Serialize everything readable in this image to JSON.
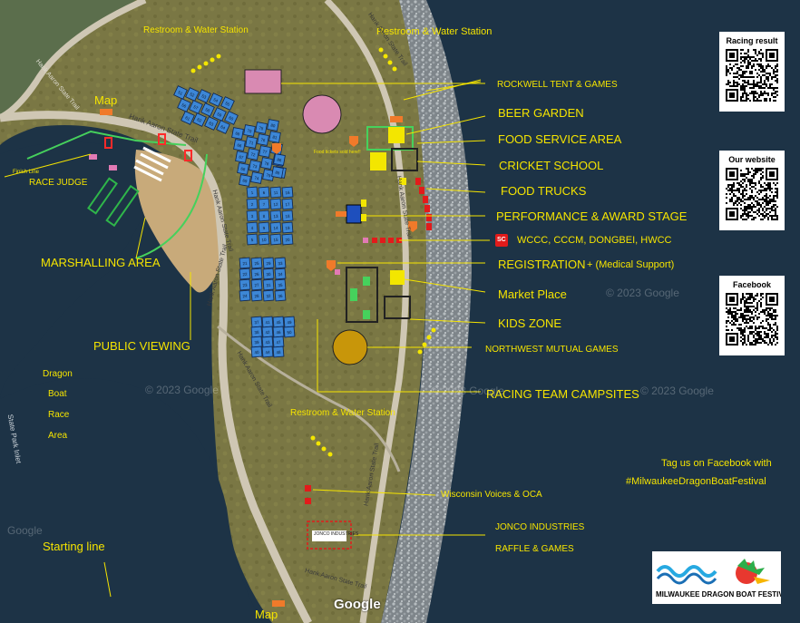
{
  "map": {
    "facility_labels": {
      "restroom_top_left": "Restroom & Water Station",
      "restroom_top_right": "Restroom & Water Station",
      "restroom_bottom": "Restroom & Water Station",
      "map_top": "Map",
      "map_bottom": "Map",
      "finish_line": "Finish Line",
      "race_judge": "RACE JUDGE",
      "marshalling_area": "MARSHALLING AREA",
      "public_viewing": "PUBLIC VIEWING",
      "dragon_boat_race_area": [
        "Dragon",
        "Boat",
        "Race",
        "Area"
      ],
      "starting_line": "Starting line",
      "food_tickets_note": "Food tickets sold here!!"
    },
    "zone_labels": {
      "rockwell": "ROCKWELL TENT & GAMES",
      "beer_garden": "BEER GARDEN",
      "food_service": "FOOD SERVICE AREA",
      "cricket_school": "CRICKET SCHOOL",
      "food_trucks": "FOOD TRUCKS",
      "performance_stage": "PERFORMANCE & AWARD STAGE",
      "sponsors_row": "WCCC, CCCM, DONGBEI, HWCC",
      "sponsor_badge": "SC",
      "registration": "REGISTRATION",
      "medical_support": "+ (Medical Support)",
      "market_place": "Market Place",
      "kids_zone": "KIDS  ZONE",
      "northwest_mutual": "NORTHWEST MUTUAL GAMES",
      "racing_team_campsites": "RACING TEAM CAMPSITES",
      "wisconsin_voices": "Wisconsin Voices & OCA",
      "jonco": "JONCO INDUSTRIES",
      "raffle_games": "RAFFLE & GAMES"
    },
    "trail_labels": [
      "Hank Aaron State Trail",
      "Hank Aaron State Trail",
      "Hank Aaron State Trail",
      "Hank Aaron State Trail",
      "Hank Aaron State Trail",
      "Hank Aaron State Trail",
      "Hank Aaron State Trail",
      "Hank Aaron State Trail",
      "Hank Aaron State Trail"
    ],
    "inlet_label": "State Park Inlet",
    "watermarks": [
      "© 2023 Google",
      "© 2023 Google",
      "© 2023 Google",
      "© 2023 Google",
      "Google"
    ],
    "google_logo": "Google",
    "jonco_logo": "JONCO INDUSTRIES",
    "tents_left_group": [
      "51",
      "52",
      "53",
      "54",
      "55",
      "56",
      "57",
      "58",
      "59",
      "60",
      "61",
      "62",
      "63",
      "64"
    ],
    "tents_mid_group": [
      "65",
      "66",
      "67",
      "68",
      "69",
      "70",
      "71",
      "72",
      "73",
      "74",
      "75",
      "76",
      "77",
      "78",
      "79",
      "80",
      "81",
      "82",
      "83",
      "84",
      "85",
      "86"
    ],
    "tents_right_group": [
      "1",
      "2",
      "3",
      "4",
      "5",
      "6",
      "7",
      "8",
      "9",
      "10",
      "11",
      "12",
      "13",
      "14",
      "15",
      "16",
      "17",
      "18",
      "19",
      "20",
      "21",
      "22",
      "23",
      "24",
      "25",
      "26",
      "27",
      "28",
      "29",
      "30",
      "31",
      "32",
      "33",
      "34",
      "35",
      "36",
      "37",
      "38",
      "39",
      "40",
      "41",
      "42",
      "43",
      "44",
      "45",
      "46",
      "47",
      "48",
      "49",
      "50"
    ]
  },
  "side_panel": {
    "racing_result_title": "Racing result",
    "website_title": "Our website",
    "facebook_title": "Facebook",
    "tag_line_1": "Tag us on Facebook with",
    "tag_line_2": "#MilwaukeeDragonBoatFestival"
  },
  "logo": {
    "text": "MILWAUKEE DRAGON BOAT FESTIVAL"
  },
  "colors": {
    "label_yellow": "#f5e400",
    "water": "#1d3346",
    "grass": "#7d7a45",
    "tent_blue": "#3d87d6",
    "beach": "#c8aa7a"
  }
}
